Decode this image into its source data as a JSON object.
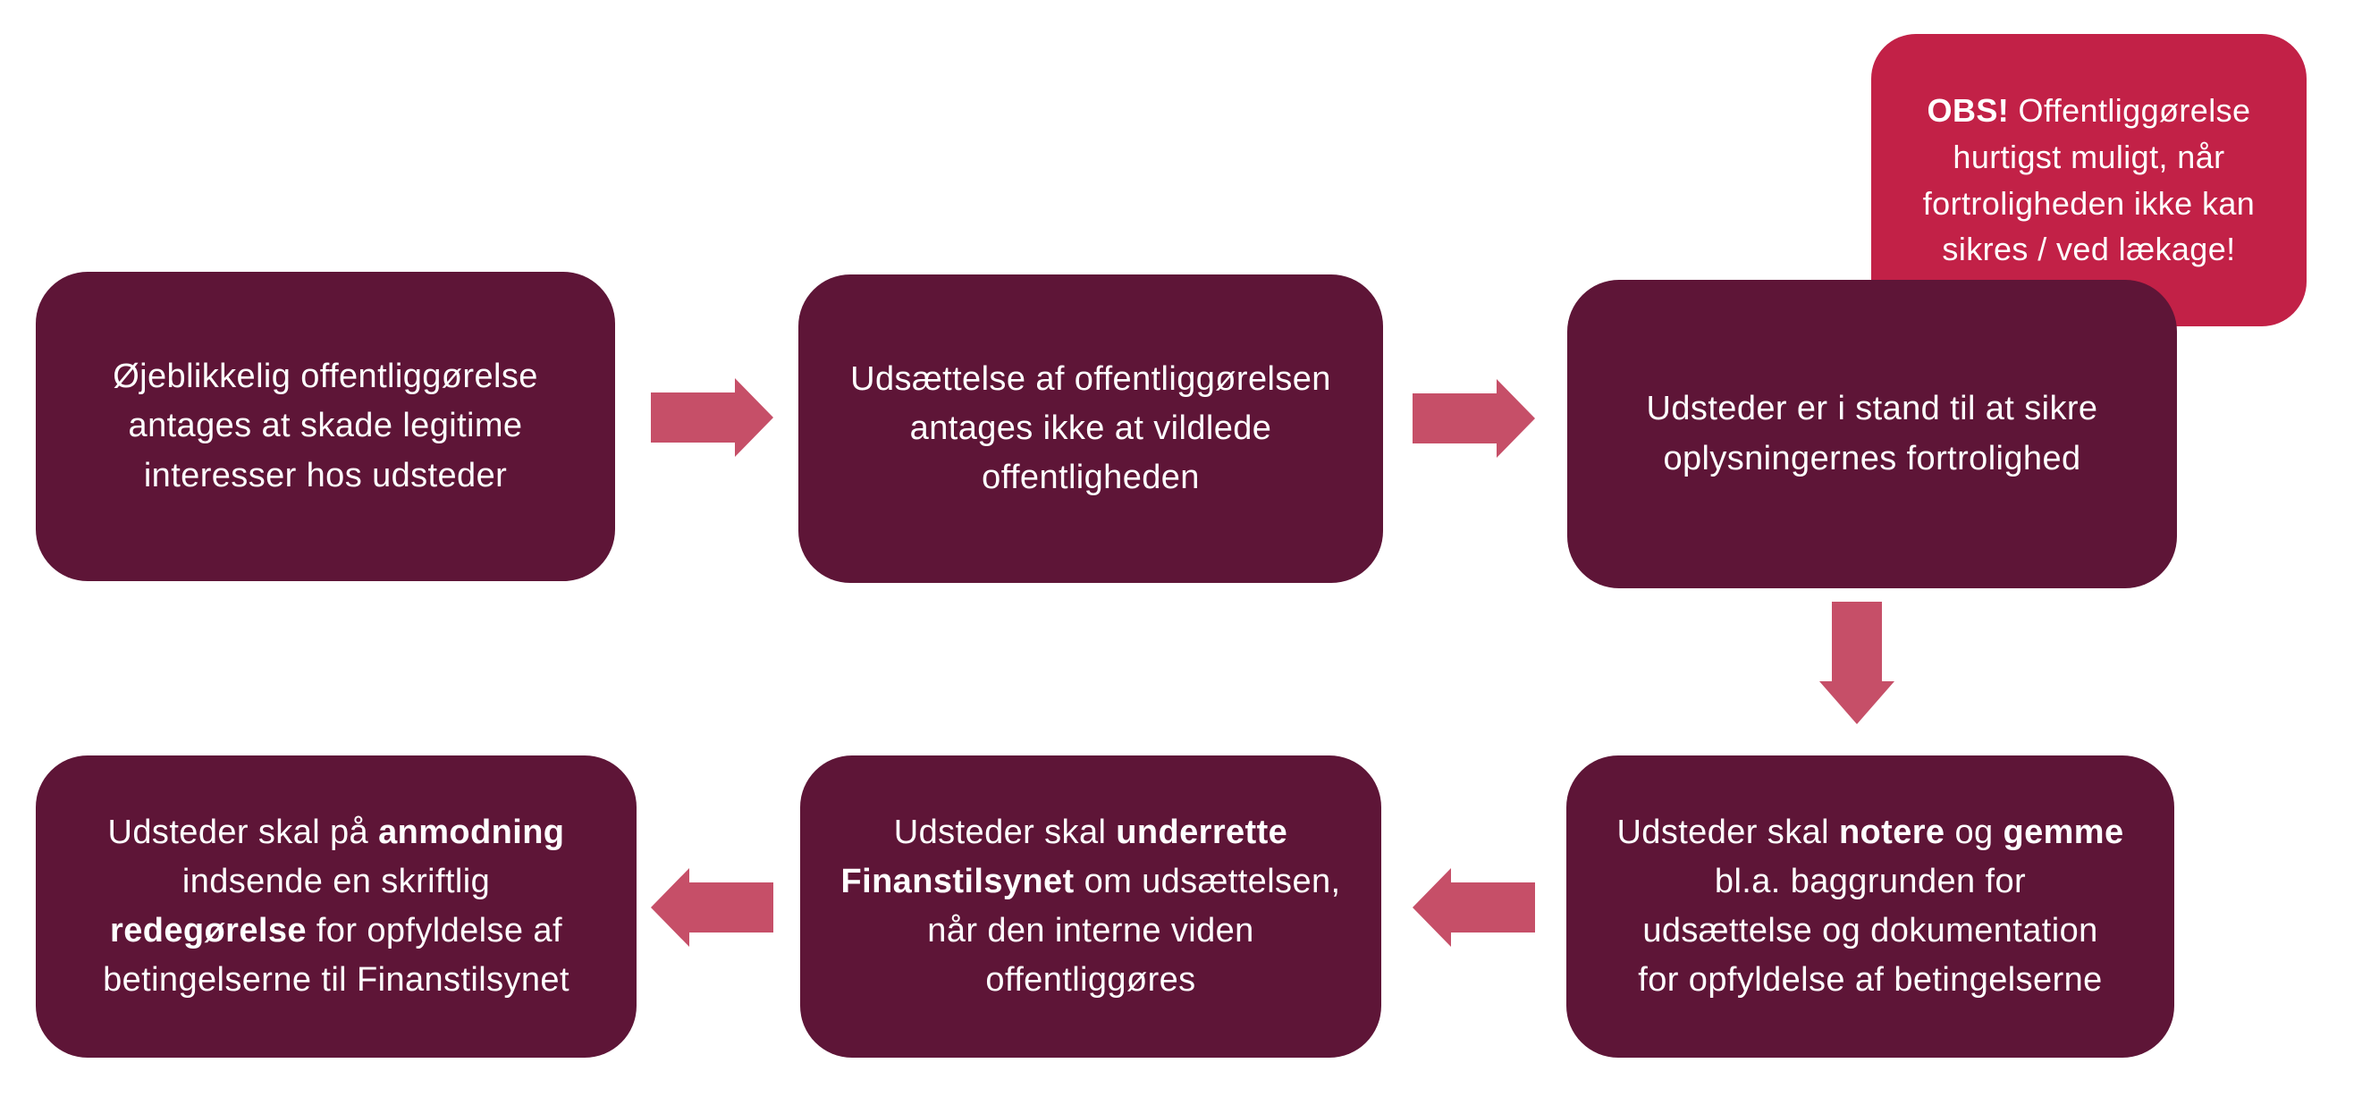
{
  "diagram": {
    "type": "flowchart",
    "language": "da",
    "colors": {
      "step_box": "#5E1537",
      "callout_box": "#C22147",
      "arrow": "#C64F68",
      "text": "#FFFFFF",
      "background": "#FFFFFF"
    },
    "callout": {
      "name": "obs-callout",
      "segments": [
        {
          "text": "OBS!",
          "bold": true
        },
        {
          "text": " Offentliggørelse\nhurtigst muligt, når\nfortroligheden ikke kan\nsikres / ved lækage!",
          "bold": false
        }
      ]
    },
    "steps": [
      {
        "name": "step-1",
        "segments": [
          {
            "text": "Øjeblikkelig offentliggørelse\nantages at skade legitime\ninteresser hos udsteder",
            "bold": false
          }
        ]
      },
      {
        "name": "step-2",
        "segments": [
          {
            "text": "Udsættelse af offentliggørelsen\nantages ikke at vildlede\noffentligheden",
            "bold": false
          }
        ]
      },
      {
        "name": "step-3",
        "segments": [
          {
            "text": "Udsteder er i stand til at sikre\noplysningernes fortrolighed",
            "bold": false
          }
        ]
      },
      {
        "name": "step-4",
        "segments": [
          {
            "text": "Udsteder skal ",
            "bold": false
          },
          {
            "text": "notere",
            "bold": true
          },
          {
            "text": " og ",
            "bold": false
          },
          {
            "text": "gemme",
            "bold": true
          },
          {
            "text": "\nbl.a. baggrunden for\nudsættelse og dokumentation\nfor opfyldelse af betingelserne",
            "bold": false
          }
        ]
      },
      {
        "name": "step-5",
        "segments": [
          {
            "text": "Udsteder skal ",
            "bold": false
          },
          {
            "text": "underrette",
            "bold": true
          },
          {
            "text": "\n",
            "bold": false
          },
          {
            "text": "Finanstilsynet",
            "bold": true
          },
          {
            "text": " om udsættelsen,\nnår den interne viden\noffentliggøres",
            "bold": false
          }
        ]
      },
      {
        "name": "step-6",
        "segments": [
          {
            "text": "Udsteder skal på ",
            "bold": false
          },
          {
            "text": "anmodning",
            "bold": true
          },
          {
            "text": "\nindsende en skriftlig\n",
            "bold": false
          },
          {
            "text": "redegørelse",
            "bold": true
          },
          {
            "text": " for opfyldelse af\nbetingelserne til Finanstilsynet",
            "bold": false
          }
        ]
      }
    ],
    "arrows": [
      {
        "name": "arrow-1",
        "direction": "right",
        "from": "step-1",
        "to": "step-2"
      },
      {
        "name": "arrow-2",
        "direction": "right",
        "from": "step-2",
        "to": "step-3"
      },
      {
        "name": "arrow-3",
        "direction": "down",
        "from": "step-3",
        "to": "step-4"
      },
      {
        "name": "arrow-4",
        "direction": "left",
        "from": "step-4",
        "to": "step-5"
      },
      {
        "name": "arrow-5",
        "direction": "left",
        "from": "step-5",
        "to": "step-6"
      }
    ]
  }
}
